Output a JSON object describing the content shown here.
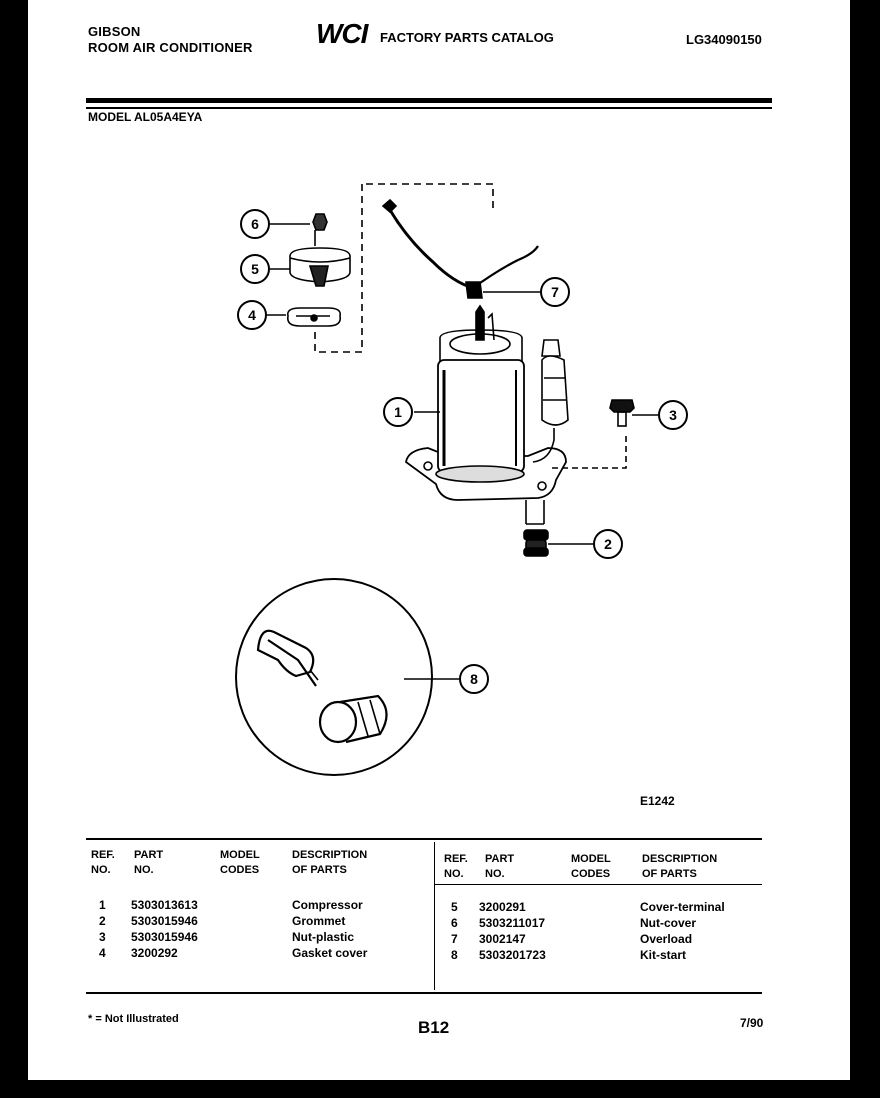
{
  "header": {
    "brand_line1": "GIBSON",
    "brand_line2": "ROOM AIR CONDITIONER",
    "logo": "WCI",
    "catalog_title": "FACTORY PARTS CATALOG",
    "catalog_code": "LG34090150",
    "model": "MODEL AL05A4EYA"
  },
  "diagram": {
    "callouts": [
      "6",
      "5",
      "4",
      "7",
      "1",
      "3",
      "2",
      "8"
    ],
    "figure_code": "E1242"
  },
  "table": {
    "headers": {
      "ref": "REF.\nNO.",
      "part": "PART\nNO.",
      "model": "MODEL\nCODES",
      "desc": "DESCRIPTION\nOF PARTS"
    },
    "left_rows": [
      {
        "ref": "1",
        "part": "5303013613",
        "desc": "Compressor"
      },
      {
        "ref": "2",
        "part": "5303015946",
        "desc": "Grommet"
      },
      {
        "ref": "3",
        "part": "5303015946",
        "desc": "Nut-plastic"
      },
      {
        "ref": "4",
        "part": "3200292",
        "desc": "Gasket cover"
      }
    ],
    "right_rows": [
      {
        "ref": "5",
        "part": "3200291",
        "desc": "Cover-terminal"
      },
      {
        "ref": "6",
        "part": "5303211017",
        "desc": "Nut-cover"
      },
      {
        "ref": "7",
        "part": "3002147",
        "desc": "Overload"
      },
      {
        "ref": "8",
        "part": "5303201723",
        "desc": "Kit-start"
      }
    ]
  },
  "footer": {
    "note": "* = Not Illustrated",
    "page": "B12",
    "date": "7/90"
  }
}
